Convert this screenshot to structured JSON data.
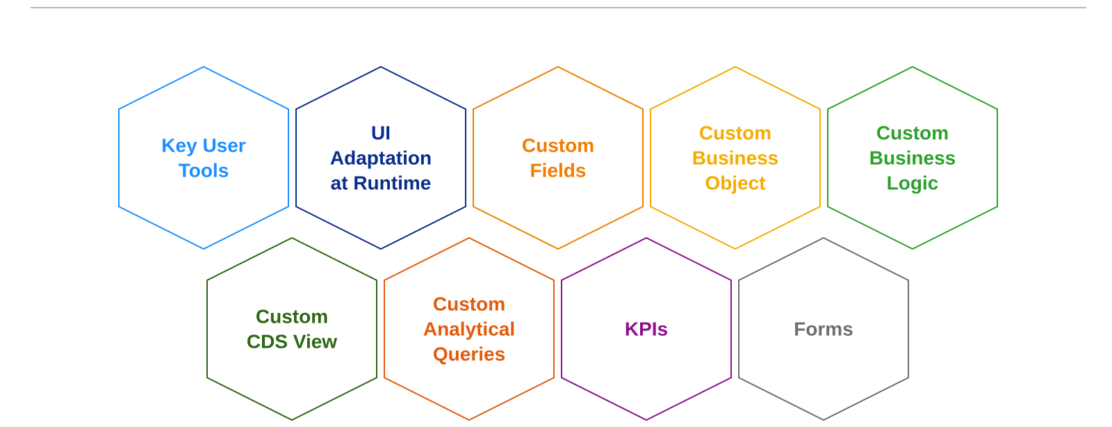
{
  "diagram": {
    "top_rule_color": "#9e9e9e",
    "rows": [
      {
        "hexagons": [
          {
            "name": "key-user-tools",
            "color": "#1e8fff",
            "lines": [
              "Key User",
              "Tools"
            ]
          },
          {
            "name": "ui-adaptation-at-runtime",
            "color": "#0a2d8c",
            "lines": [
              "UI",
              "Adaptation",
              "at Runtime"
            ]
          },
          {
            "name": "custom-fields",
            "color": "#f07d00",
            "lines": [
              "Custom",
              "Fields"
            ]
          },
          {
            "name": "custom-business-object",
            "color": "#f5ab00",
            "lines": [
              "Custom",
              "Business",
              "Object"
            ]
          },
          {
            "name": "custom-business-logic",
            "color": "#2ba12b",
            "lines": [
              "Custom",
              "Business",
              "Logic"
            ]
          }
        ]
      },
      {
        "hexagons": [
          {
            "name": "custom-cds-view",
            "color": "#2d6614",
            "lines": [
              "Custom",
              "CDS View"
            ]
          },
          {
            "name": "custom-analytical-queries",
            "color": "#e35a0c",
            "lines": [
              "Custom",
              "Analytical",
              "Queries"
            ]
          },
          {
            "name": "kpis",
            "color": "#8c0f8c",
            "lines": [
              "KPIs"
            ]
          },
          {
            "name": "forms",
            "color": "#6e6e6e",
            "lines": [
              "Forms"
            ]
          }
        ]
      }
    ]
  }
}
